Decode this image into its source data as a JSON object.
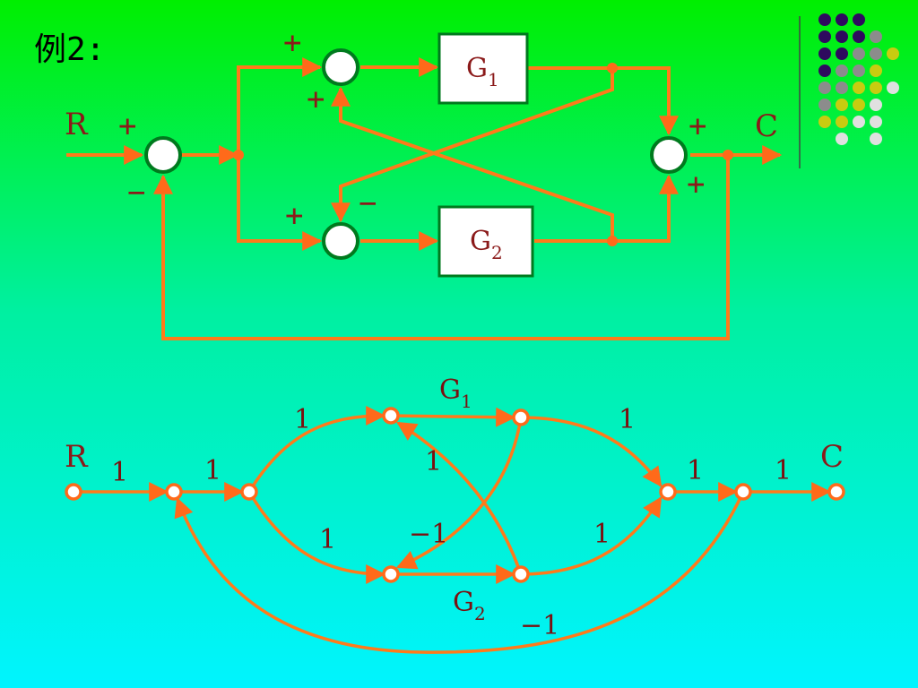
{
  "title": "例2:",
  "block_diagram": {
    "input": "R",
    "output": "C",
    "block1_name": "G",
    "block1_sub": "1",
    "block2_name": "G",
    "block2_sub": "2",
    "sum_main_top": "+",
    "sum_main_bottom": "−",
    "sum_upper_top": "+",
    "sum_upper_bottom": "+",
    "sum_lower_left": "+",
    "sum_lower_right": "−",
    "sum_output_top": "+",
    "sum_output_bottom": "+"
  },
  "signal_flow_graph": {
    "input": "R",
    "output": "C",
    "branch_r_n1": "1",
    "branch_n1_n2": "1",
    "branch_n2_upper": "1",
    "branch_n2_lower": "1",
    "upper_gain_name": "G",
    "upper_gain_sub": "1",
    "lower_gain_name": "G",
    "lower_gain_sub": "2",
    "cross_lower_to_upper": "1",
    "cross_upper_to_lower": "−1",
    "branch_upper_to_sum": "1",
    "branch_lower_to_sum": "1",
    "branch_sum_n3": "1",
    "branch_n3_c": "1",
    "feedback": "−1"
  },
  "colors": {
    "wire": "#ff7a1a",
    "block_border": "#007a1e",
    "label": "#8b1a1a"
  },
  "decoration_dot_colors": [
    "#2e0a5e",
    "#8c8c8c",
    "#c8cc10",
    "#e0e0e0"
  ]
}
